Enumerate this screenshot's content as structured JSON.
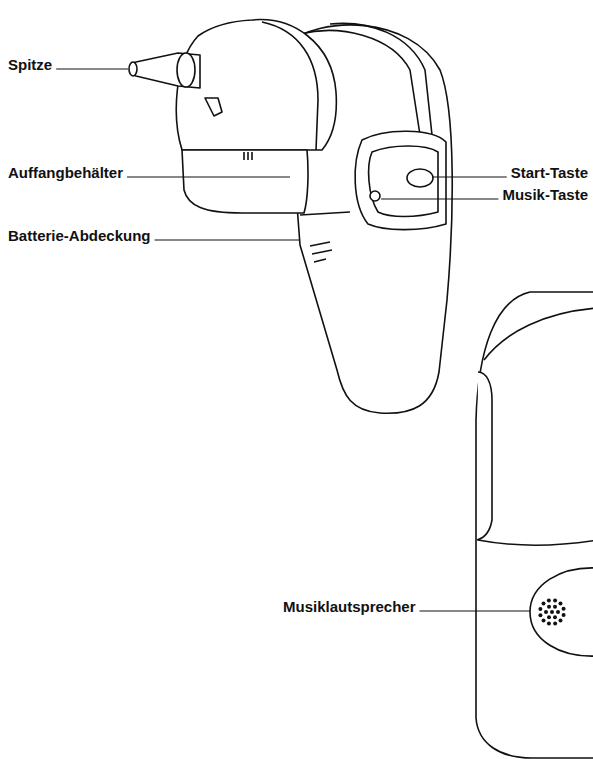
{
  "diagram": {
    "labels": [
      "Spitze",
      "Start-Taste",
      "Musik-Taste",
      "Auffangbehälter",
      "Batterie-Abdeckung",
      "Musiklautsprecher"
    ]
  }
}
